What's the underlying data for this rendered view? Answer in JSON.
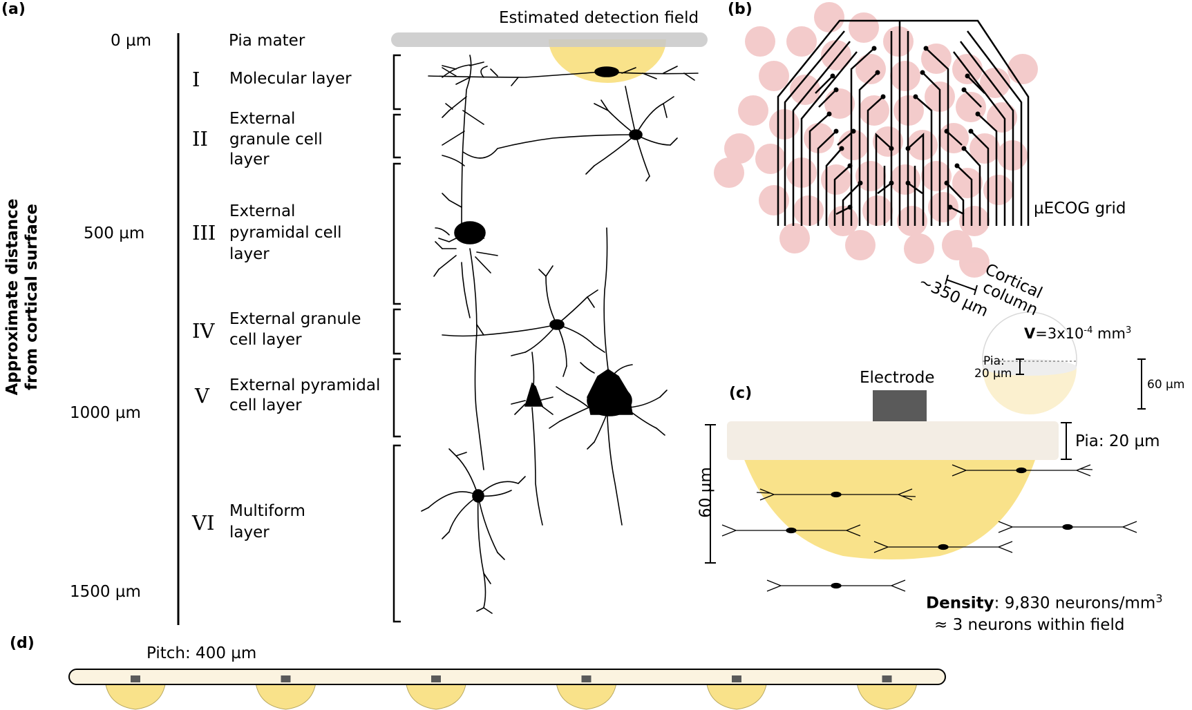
{
  "panels": {
    "a": "(a)",
    "b": "(b)",
    "c": "(c)",
    "d": "(d)"
  },
  "panel_a": {
    "axis_title_line1": "Approximate distance",
    "axis_title_line2": "from cortical surface",
    "depths": [
      "0 µm",
      "500 µm",
      "1000 µm",
      "1500 µm"
    ],
    "pia": "Pia mater",
    "detection_field": "Estimated detection field",
    "layers": [
      {
        "numeral": "I",
        "lines": [
          "Molecular layer"
        ]
      },
      {
        "numeral": "II",
        "lines": [
          "External",
          "granule cell",
          "layer"
        ]
      },
      {
        "numeral": "III",
        "lines": [
          "External",
          "pyramidal cell",
          "layer"
        ]
      },
      {
        "numeral": "IV",
        "lines": [
          "External granule",
          "cell layer"
        ]
      },
      {
        "numeral": "V",
        "lines": [
          "External pyramidal",
          "cell layer"
        ]
      },
      {
        "numeral": "VI",
        "lines": [
          "Multiform",
          "layer"
        ]
      }
    ]
  },
  "panel_b": {
    "grid_label": "µECOG grid",
    "column_label_1": "Cortical",
    "column_label_2": "column",
    "scale": "~350 µm"
  },
  "panel_c": {
    "volume_prefix": "V",
    "volume_value": "=3x10",
    "volume_exp": "-4",
    "volume_unit": " mm",
    "volume_unit_exp": "3",
    "inset_pia_1": "Pia:",
    "inset_pia_2": "20 µm",
    "inset_depth": "60 µm",
    "electrode": "Electrode",
    "pia_label": "Pia: 20 µm",
    "depth_label": "60 µm",
    "density_bold": "Density",
    "density_rest": ": 9,830 neurons/mm",
    "density_exp": "3",
    "neurons_in_field": "≈ 3 neurons within field"
  },
  "panel_d": {
    "pitch": "Pitch: 400 µm",
    "electrode_count": 6
  },
  "colors": {
    "detection_field": "#f9e28a",
    "pia_grey": "#c8c8c8",
    "column_pink": "#f2c2c2",
    "pia_tissue": "#f3ede4",
    "electrode": "#5a5a5a",
    "strip": "#fbf3e0"
  }
}
